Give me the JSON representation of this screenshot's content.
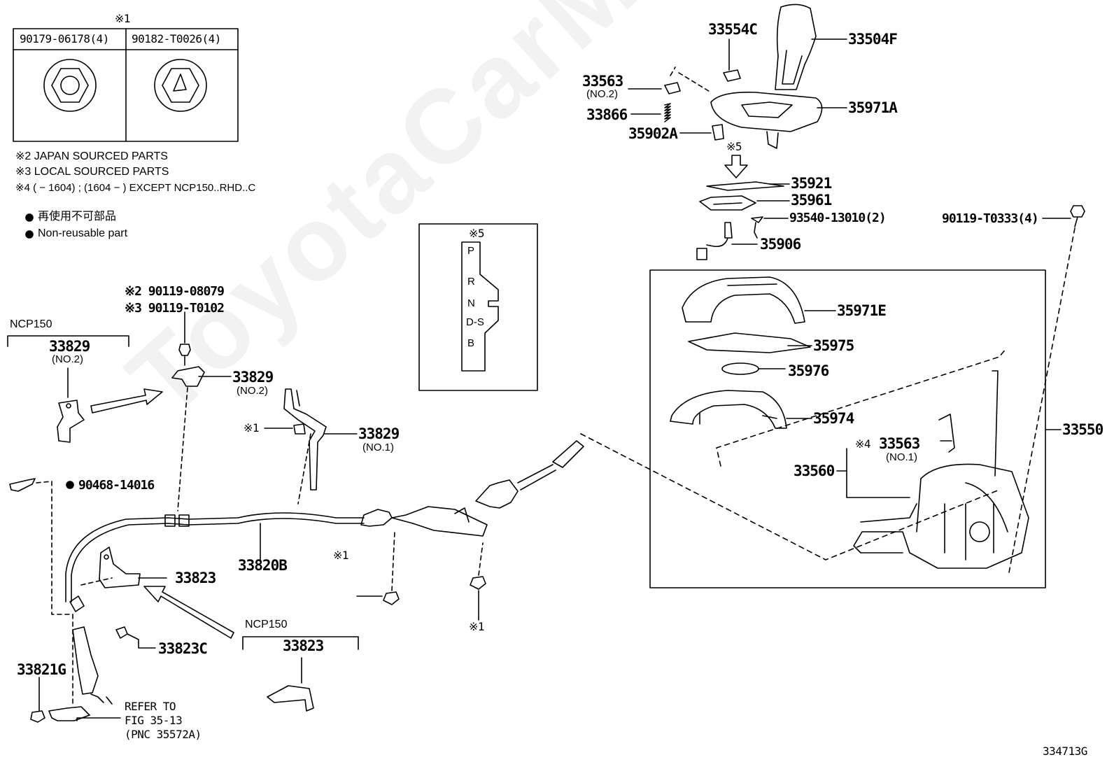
{
  "watermark": "ToyotaCarMine.ru",
  "figure_id": "334713G",
  "legend_table": {
    "marker": "※1",
    "columns": [
      {
        "part": "90179-06178(4)",
        "icon": "hex-nut-icon"
      },
      {
        "part": "90182-T0026(4)",
        "icon": "hex-lock-nut-icon"
      }
    ]
  },
  "notes": [
    "※2 JAPAN SOURCED PARTS",
    "※3 LOCAL SOURCED PARTS",
    "※4 (         − 1604) ; (1604 −         ) EXCEPT NCP150..RHD..C"
  ],
  "nonreusable": [
    "再使用不可部品",
    "Non-reusable part"
  ],
  "shift_panel": {
    "marker": "※5",
    "positions": [
      "P",
      "R",
      "N",
      "D-S",
      "B"
    ]
  },
  "labels": {
    "p33504F": "33504F",
    "p33554C": "33554C",
    "p33563_top": "33563",
    "p33563_top_sub": "(NO.2)",
    "p33866": "33866",
    "p35971A": "35971A",
    "p35902A": "35902A",
    "m5_top": "※5",
    "p35921": "35921",
    "p35961": "35961",
    "p93540": "93540-13010(2)",
    "p35906": "35906",
    "p90119_T0333": "90119-T0333(4)",
    "p35971E": "35971E",
    "p35975": "35975",
    "p35976": "35976",
    "p35974": "35974",
    "p33550": "33550",
    "m4": "※4",
    "p33563_bot": "33563",
    "p33563_bot_sub": "(NO.1)",
    "p33560": "33560",
    "ncp150_left": "NCP150",
    "p33829_left": "33829",
    "p33829_left_sub": "(NO.2)",
    "p90119_08079": "※2 90119-08079",
    "p90119_T0102": "※3 90119-T0102",
    "p33829_mid": "33829",
    "p33829_mid_sub": "(NO.2)",
    "m1_bracket": "※1",
    "p33829_no1": "33829",
    "p33829_no1_sub": "(NO.1)",
    "p90468": "90468-14016",
    "p33820B": "33820B",
    "m1_nut": "※1",
    "m1_bottom": "※1",
    "p33823": "33823",
    "p33823C": "33823C",
    "ncp150_bottom": "NCP150",
    "p33823_ncp": "33823",
    "p33821G": "33821G",
    "refer1": "REFER TO",
    "refer2": "FIG 35-13",
    "refer3": "(PNC 35572A)"
  }
}
